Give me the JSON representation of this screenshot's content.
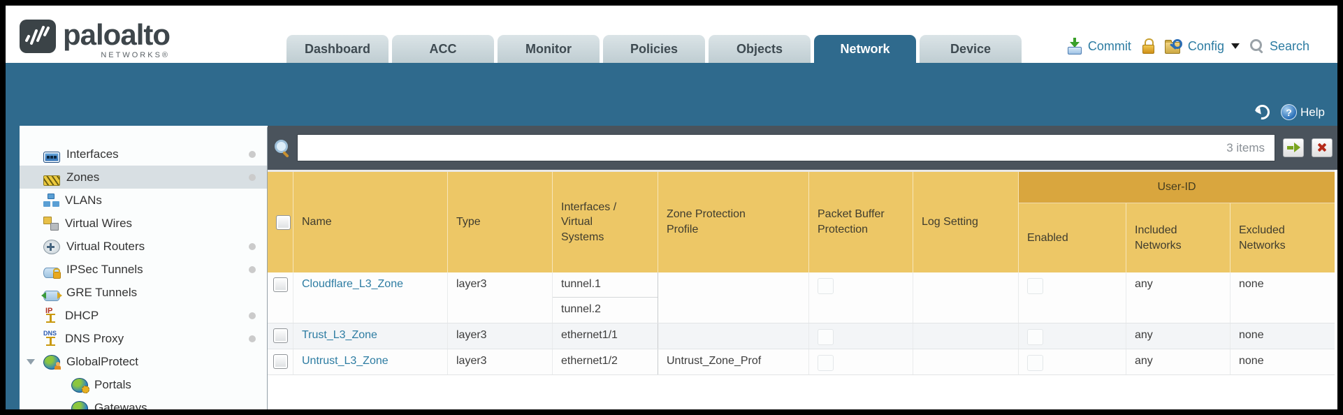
{
  "brand": {
    "wordmark": "paloalto",
    "sub": "NETWORKS®"
  },
  "nav": {
    "tabs": [
      {
        "label": "Dashboard",
        "active": false
      },
      {
        "label": "ACC",
        "active": false
      },
      {
        "label": "Monitor",
        "active": false
      },
      {
        "label": "Policies",
        "active": false
      },
      {
        "label": "Objects",
        "active": false
      },
      {
        "label": "Network",
        "active": true
      },
      {
        "label": "Device",
        "active": false
      }
    ],
    "actions": {
      "commit": "Commit",
      "config": "Config",
      "search": "Search"
    }
  },
  "banner": {
    "help_label": "Help"
  },
  "sidebar": {
    "items": [
      {
        "label": "Interfaces",
        "icon": "interfaces",
        "dot": true
      },
      {
        "label": "Zones",
        "icon": "zones",
        "dot": true,
        "selected": true
      },
      {
        "label": "VLANs",
        "icon": "vlans"
      },
      {
        "label": "Virtual Wires",
        "icon": "vwires"
      },
      {
        "label": "Virtual Routers",
        "icon": "vrouters",
        "dot": true
      },
      {
        "label": "IPSec Tunnels",
        "icon": "ipsec",
        "dot": true
      },
      {
        "label": "GRE Tunnels",
        "icon": "gre"
      },
      {
        "label": "DHCP",
        "icon": "dhcp",
        "dot": true
      },
      {
        "label": "DNS Proxy",
        "icon": "dns",
        "dot": true
      },
      {
        "label": "GlobalProtect",
        "icon": "globalprotect",
        "expander": true
      },
      {
        "label": "Portals",
        "icon": "portals",
        "indent": true
      },
      {
        "label": "Gateways",
        "icon": "gateways",
        "indent": true
      }
    ]
  },
  "toolbar": {
    "items_count": "3 items"
  },
  "table": {
    "group_header": "User-ID",
    "columns": [
      "Name",
      "Type",
      "Interfaces / Virtual Systems",
      "Zone Protection Profile",
      "Packet Buffer Protection",
      "Log Setting",
      "Enabled",
      "Included Networks",
      "Excluded Networks"
    ],
    "rows": [
      {
        "name": "Cloudflare_L3_Zone",
        "type": "layer3",
        "interfaces": [
          "tunnel.1",
          "tunnel.2"
        ],
        "zone_protection_profile": "",
        "log_setting": "",
        "included_networks": "any",
        "excluded_networks": "none"
      },
      {
        "name": "Trust_L3_Zone",
        "type": "layer3",
        "interfaces": [
          "ethernet1/1"
        ],
        "zone_protection_profile": "",
        "log_setting": "",
        "included_networks": "any",
        "excluded_networks": "none"
      },
      {
        "name": "Untrust_L3_Zone",
        "type": "layer3",
        "interfaces": [
          "ethernet1/2"
        ],
        "zone_protection_profile": "Untrust_Zone_Prof",
        "log_setting": "",
        "included_networks": "any",
        "excluded_networks": "none"
      }
    ]
  },
  "colors": {
    "accent_teal": "#2f6a8d",
    "header_gold": "#edc766",
    "userid_gold": "#d9a63e",
    "link_blue": "#2d7ca2",
    "toolbar_slate": "#4a535c"
  }
}
